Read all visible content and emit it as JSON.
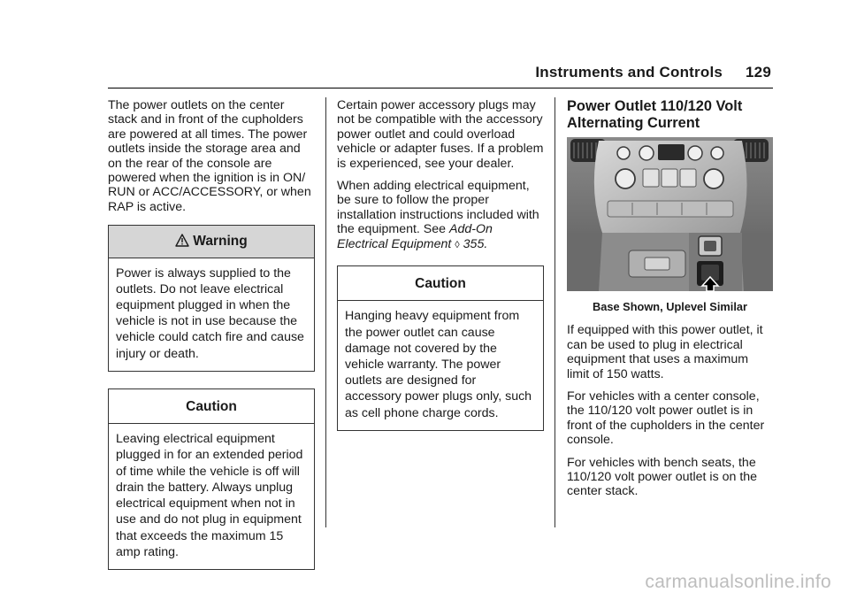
{
  "header": {
    "section_title": "Instruments and Controls",
    "page_number": "129"
  },
  "col1": {
    "intro": "The power outlets on the center stack and in front of the cupholders are powered at all times. The power outlets inside the storage area and on the rear of the console are powered when the ignition is in ON/ RUN or ACC/ACCESSORY, or when RAP is active.",
    "warning": {
      "icon": "warning-triangle-icon",
      "title": "Warning",
      "text": "Power is always supplied to the outlets. Do not leave electrical equipment plugged in when the vehicle is not in use because the vehicle could catch fire and cause injury or death."
    },
    "caution": {
      "title": "Caution",
      "text": "Leaving electrical equipment plugged in for an extended period of time while the vehicle is off will drain the battery. Always unplug electrical equipment when not in use and do not plug in equipment that exceeds the maximum 15 amp rating."
    }
  },
  "col2": {
    "para1": "Certain power accessory plugs may not be compatible with the accessory power outlet and could overload vehicle or adapter fuses. If a problem is experienced, see your dealer.",
    "para2_prefix": "When adding electrical equipment, be sure to follow the proper installation instructions included with the equipment. See ",
    "para2_link": "Add-On Electrical Equipment",
    "para2_ref_icon": "page-reference-icon",
    "para2_page": "355",
    "para2_suffix": ".",
    "caution": {
      "title": "Caution",
      "text": "Hanging heavy equipment from the power outlet can cause damage not covered by the vehicle warranty. The power outlets are designed for accessory power plugs only, such as cell phone charge cords."
    }
  },
  "col3": {
    "heading": "Power Outlet 110/120 Volt Alternating Current",
    "image_caption": "Base Shown, Uplevel Similar",
    "para1": "If equipped with this power outlet, it can be used to plug in electrical equipment that uses a maximum limit of 150 watts.",
    "para2": "For vehicles with a center console, the 110/120 volt power outlet is in front of the cupholders in the center console.",
    "para3": "For vehicles with bench seats, the 110/120 volt power outlet is on the center stack."
  },
  "watermark": "carmanualsonline.info"
}
